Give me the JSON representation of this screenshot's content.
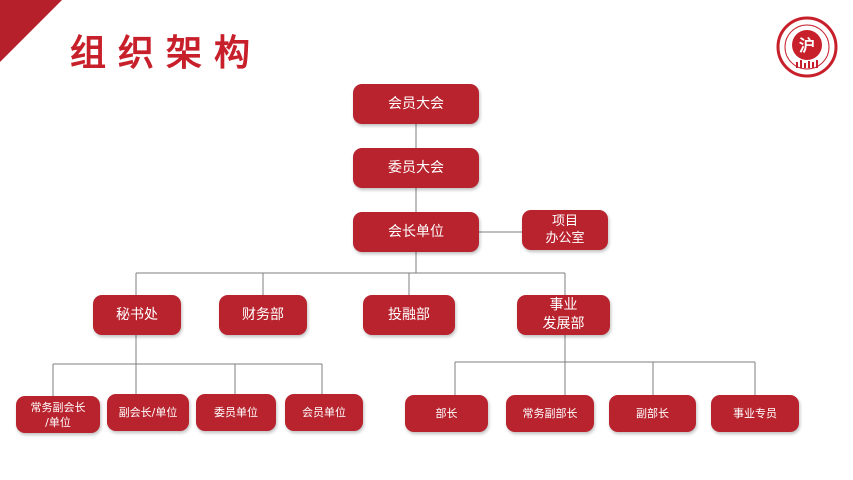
{
  "header": {
    "title": "组织架构"
  },
  "logo": {
    "icon": "seal-logo-icon",
    "char": "沪"
  },
  "colors": {
    "accent": "#b8232e",
    "title": "#c8202b",
    "line": "#7f7f7f"
  },
  "chart": {
    "top": [
      "会员大会",
      "委员大会",
      "会长单位"
    ],
    "side_office": "项目\n办公室",
    "departments": [
      "秘书处",
      "财务部",
      "投融部",
      "事业\n发展部"
    ],
    "secretariat_children": [
      "常务副会长\n/单位",
      "副会长/单位",
      "委员单位",
      "会员单位"
    ],
    "business_children": [
      "部长",
      "常务副部长",
      "副部长",
      "事业专员"
    ]
  }
}
